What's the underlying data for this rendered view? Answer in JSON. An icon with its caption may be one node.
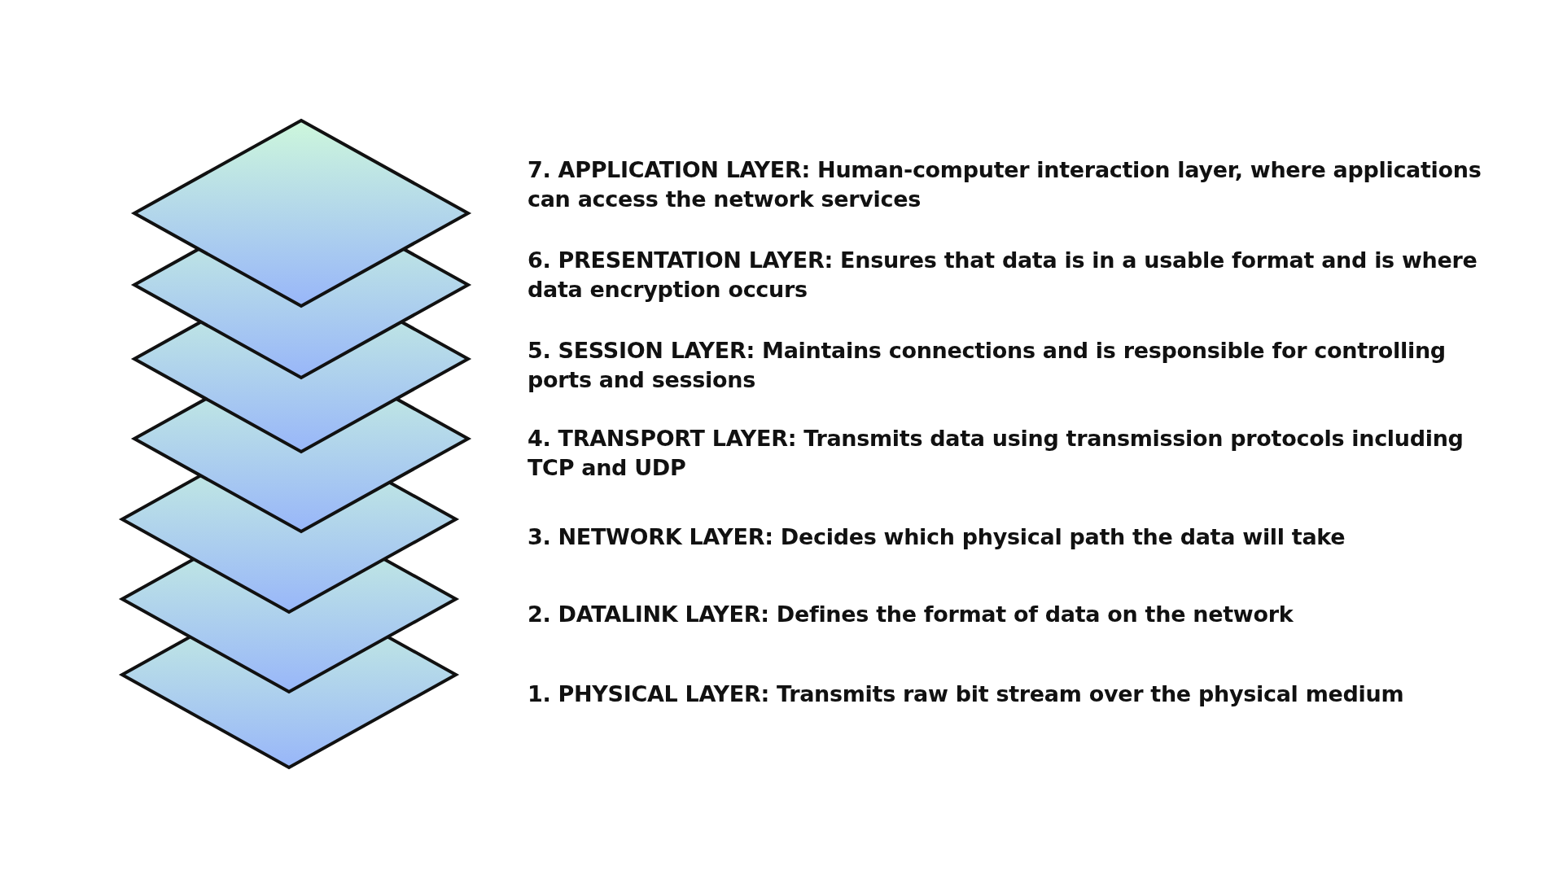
{
  "diagram": {
    "labels": [
      "7. APPLICATION LAYER: Human-computer interaction layer, where applications can access the network services",
      "6. PRESENTATION LAYER: Ensures that data is in a usable format and is where data encryption occurs",
      "5. SESSION LAYER: Maintains connections and is responsible for controlling ports and sessions",
      "4. TRANSPORT LAYER: Transmits data using transmission protocols including TCP and UDP",
      "3. NETWORK LAYER: Decides which physical path the data will take",
      "2. DATALINK LAYER: Defines the format of data on the network",
      "1. PHYSICAL LAYER: Transmits raw bit stream over the physical medium"
    ]
  }
}
